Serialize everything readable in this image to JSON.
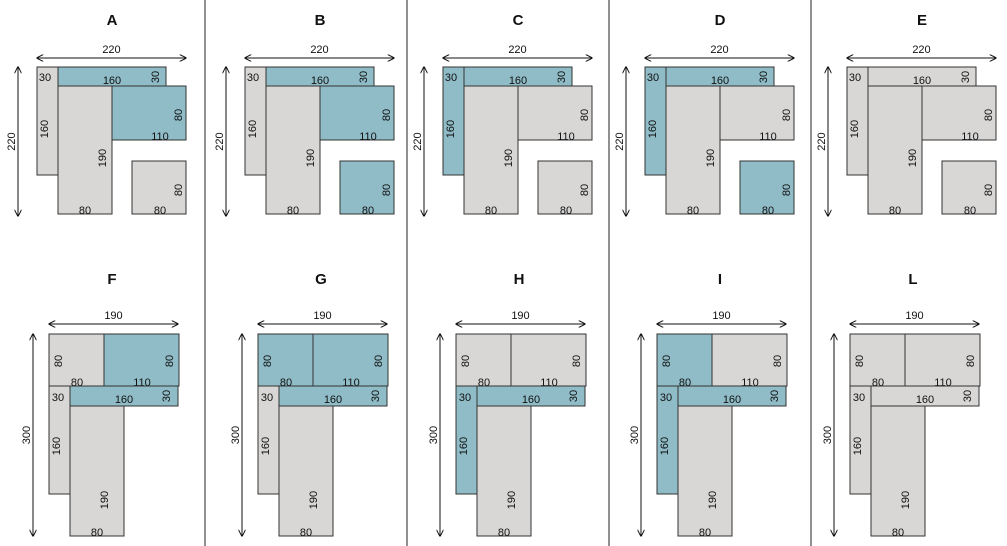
{
  "colors": {
    "grey": "#d9d7d6",
    "blue": "#8fbcc7",
    "line": "#333333"
  },
  "configurations": [
    {
      "id": "A",
      "dims": {
        "width": "220",
        "height": "220"
      },
      "pieces": [
        {
          "name": "30x160",
          "labels": [
            "30",
            "160"
          ],
          "color": "grey"
        },
        {
          "name": "160x30",
          "labels": [
            "160",
            "30"
          ],
          "color": "blue"
        },
        {
          "name": "80x190",
          "labels": [
            "190",
            "80"
          ],
          "color": "grey"
        },
        {
          "name": "110x80",
          "labels": [
            "80",
            "110"
          ],
          "color": "blue"
        },
        {
          "name": "80x80",
          "labels": [
            "80",
            "80"
          ],
          "color": "grey"
        }
      ]
    },
    {
      "id": "B",
      "dims": {
        "width": "220",
        "height": "220"
      },
      "pieces": [
        {
          "name": "30x160",
          "labels": [
            "30",
            "160"
          ],
          "color": "grey"
        },
        {
          "name": "160x30",
          "labels": [
            "160",
            "30"
          ],
          "color": "blue"
        },
        {
          "name": "80x190",
          "labels": [
            "190",
            "80"
          ],
          "color": "grey"
        },
        {
          "name": "110x80",
          "labels": [
            "80",
            "110"
          ],
          "color": "blue"
        },
        {
          "name": "80x80",
          "labels": [
            "80",
            "80"
          ],
          "color": "blue"
        }
      ]
    },
    {
      "id": "C",
      "dims": {
        "width": "220",
        "height": "220"
      },
      "pieces": [
        {
          "name": "30x160",
          "labels": [
            "30",
            "160"
          ],
          "color": "blue"
        },
        {
          "name": "160x30",
          "labels": [
            "160",
            "30"
          ],
          "color": "blue"
        },
        {
          "name": "80x190",
          "labels": [
            "190",
            "80"
          ],
          "color": "grey"
        },
        {
          "name": "110x80",
          "labels": [
            "80",
            "110"
          ],
          "color": "grey"
        },
        {
          "name": "80x80",
          "labels": [
            "80",
            "80"
          ],
          "color": "grey"
        }
      ]
    },
    {
      "id": "D",
      "dims": {
        "width": "220",
        "height": "220"
      },
      "pieces": [
        {
          "name": "30x160",
          "labels": [
            "30",
            "160"
          ],
          "color": "blue"
        },
        {
          "name": "160x30",
          "labels": [
            "160",
            "30"
          ],
          "color": "blue"
        },
        {
          "name": "80x190",
          "labels": [
            "190",
            "80"
          ],
          "color": "grey"
        },
        {
          "name": "110x80",
          "labels": [
            "80",
            "110"
          ],
          "color": "grey"
        },
        {
          "name": "80x80",
          "labels": [
            "80",
            "80"
          ],
          "color": "blue"
        }
      ]
    },
    {
      "id": "E",
      "dims": {
        "width": "220",
        "height": "220"
      },
      "pieces": [
        {
          "name": "30x160",
          "labels": [
            "30",
            "160"
          ],
          "color": "grey"
        },
        {
          "name": "160x30",
          "labels": [
            "160",
            "30"
          ],
          "color": "grey"
        },
        {
          "name": "80x190",
          "labels": [
            "190",
            "80"
          ],
          "color": "grey"
        },
        {
          "name": "110x80",
          "labels": [
            "80",
            "110"
          ],
          "color": "grey"
        },
        {
          "name": "80x80",
          "labels": [
            "80",
            "80"
          ],
          "color": "grey"
        }
      ]
    },
    {
      "id": "F",
      "dims": {
        "width": "190",
        "height": "300"
      },
      "pieces": [
        {
          "name": "80x80",
          "labels": [
            "80",
            "80"
          ],
          "color": "grey"
        },
        {
          "name": "110x80",
          "labels": [
            "80",
            "110"
          ],
          "color": "blue"
        },
        {
          "name": "30x160",
          "labels": [
            "30",
            "160"
          ],
          "color": "grey"
        },
        {
          "name": "160x30",
          "labels": [
            "160",
            "30"
          ],
          "color": "blue"
        },
        {
          "name": "80x190",
          "labels": [
            "190",
            "80"
          ],
          "color": "grey"
        }
      ]
    },
    {
      "id": "G",
      "dims": {
        "width": "190",
        "height": "300"
      },
      "pieces": [
        {
          "name": "80x80",
          "labels": [
            "80",
            "80"
          ],
          "color": "blue"
        },
        {
          "name": "110x80",
          "labels": [
            "80",
            "110"
          ],
          "color": "blue"
        },
        {
          "name": "30x160",
          "labels": [
            "30",
            "160"
          ],
          "color": "grey"
        },
        {
          "name": "160x30",
          "labels": [
            "160",
            "30"
          ],
          "color": "blue"
        },
        {
          "name": "80x190",
          "labels": [
            "190",
            "80"
          ],
          "color": "grey"
        }
      ]
    },
    {
      "id": "H",
      "dims": {
        "width": "190",
        "height": "300"
      },
      "pieces": [
        {
          "name": "80x80",
          "labels": [
            "80",
            "80"
          ],
          "color": "grey"
        },
        {
          "name": "110x80",
          "labels": [
            "80",
            "110"
          ],
          "color": "grey"
        },
        {
          "name": "30x160",
          "labels": [
            "30",
            "160"
          ],
          "color": "blue"
        },
        {
          "name": "160x30",
          "labels": [
            "160",
            "30"
          ],
          "color": "blue"
        },
        {
          "name": "80x190",
          "labels": [
            "190",
            "80"
          ],
          "color": "grey"
        }
      ]
    },
    {
      "id": "I",
      "dims": {
        "width": "190",
        "height": "300"
      },
      "pieces": [
        {
          "name": "80x80",
          "labels": [
            "80",
            "80"
          ],
          "color": "blue"
        },
        {
          "name": "110x80",
          "labels": [
            "80",
            "110"
          ],
          "color": "grey"
        },
        {
          "name": "30x160",
          "labels": [
            "30",
            "160"
          ],
          "color": "blue"
        },
        {
          "name": "160x30",
          "labels": [
            "160",
            "30"
          ],
          "color": "blue"
        },
        {
          "name": "80x190",
          "labels": [
            "190",
            "80"
          ],
          "color": "grey"
        }
      ]
    },
    {
      "id": "L",
      "dims": {
        "width": "190",
        "height": "300"
      },
      "pieces": [
        {
          "name": "80x80",
          "labels": [
            "80",
            "80"
          ],
          "color": "grey"
        },
        {
          "name": "110x80",
          "labels": [
            "80",
            "110"
          ],
          "color": "grey"
        },
        {
          "name": "30x160",
          "labels": [
            "30",
            "160"
          ],
          "color": "grey"
        },
        {
          "name": "160x30",
          "labels": [
            "160",
            "30"
          ],
          "color": "grey"
        },
        {
          "name": "80x190",
          "labels": [
            "190",
            "80"
          ],
          "color": "grey"
        }
      ]
    }
  ]
}
